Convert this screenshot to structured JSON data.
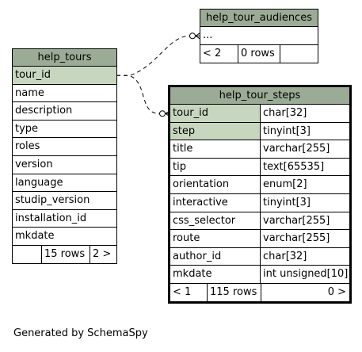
{
  "tables": {
    "help_tours": {
      "name": "help_tours",
      "columns": [
        "tour_id",
        "name",
        "description",
        "type",
        "roles",
        "version",
        "language",
        "studip_version",
        "installation_id",
        "mkdate"
      ],
      "key_columns": [
        "tour_id"
      ],
      "footer": [
        "",
        "15 rows",
        "2 >"
      ]
    },
    "help_tour_audiences": {
      "name": "help_tour_audiences",
      "columns": [
        "..."
      ],
      "footer": [
        "< 2",
        "0 rows",
        ""
      ]
    },
    "help_tour_steps": {
      "name": "help_tour_steps",
      "columns": [
        {
          "name": "tour_id",
          "type": "char[32]"
        },
        {
          "name": "step",
          "type": "tinyint[3]"
        },
        {
          "name": "title",
          "type": "varchar[255]"
        },
        {
          "name": "tip",
          "type": "text[65535]"
        },
        {
          "name": "orientation",
          "type": "enum[2]"
        },
        {
          "name": "interactive",
          "type": "tinyint[3]"
        },
        {
          "name": "css_selector",
          "type": "varchar[255]"
        },
        {
          "name": "route",
          "type": "varchar[255]"
        },
        {
          "name": "author_id",
          "type": "char[32]"
        },
        {
          "name": "mkdate",
          "type": "int unsigned[10]"
        }
      ],
      "key_columns": [
        "tour_id",
        "step"
      ],
      "footer": [
        "< 1",
        "115 rows",
        "0 >"
      ]
    }
  },
  "footer_text": "Generated by SchemaSpy",
  "colors": {
    "header_bg": "#9bab96",
    "key_bg": "#c7d6bf",
    "border": "#000000"
  }
}
